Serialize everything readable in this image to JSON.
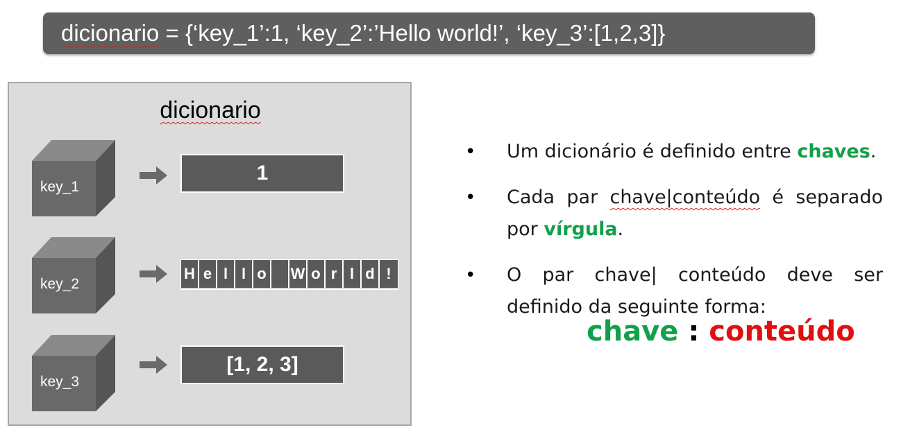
{
  "banner": {
    "var_name": "dicionario",
    "assignment": " = {‘key_1’:1, ‘key_2’:’Hello world!’, ‘key_3’:[1,2,3]}"
  },
  "panel": {
    "title": "dicionario",
    "entries": [
      {
        "key": "key_1",
        "value": "1"
      },
      {
        "key": "key_2",
        "value_chars": [
          "H",
          "e",
          "l",
          "l",
          "o",
          " ",
          "W",
          "o",
          "r",
          "l",
          "d",
          "!"
        ]
      },
      {
        "key": "key_3",
        "value": "[1, 2, 3]"
      }
    ]
  },
  "bullets": {
    "b1_pre": "Um dicionário é definido entre ",
    "b1_hl": "chaves",
    "b1_post": ".",
    "b2_pre": "Cada par ",
    "b2_underlined": "chave|conteúdo",
    "b2_mid": " é separado por ",
    "b2_hl": "vírgula",
    "b2_post": ".",
    "b3_text": "O par chave| conteúdo deve ser definido da seguinte forma:"
  },
  "formula": {
    "key_word": "chave",
    "separator": " : ",
    "value_word": "conteúdo"
  },
  "colors": {
    "banner_bg": "#5f5f5f",
    "panel_bg": "#dcdcdc",
    "cube": "#696969",
    "green": "#12a04a",
    "red": "#e01010"
  }
}
